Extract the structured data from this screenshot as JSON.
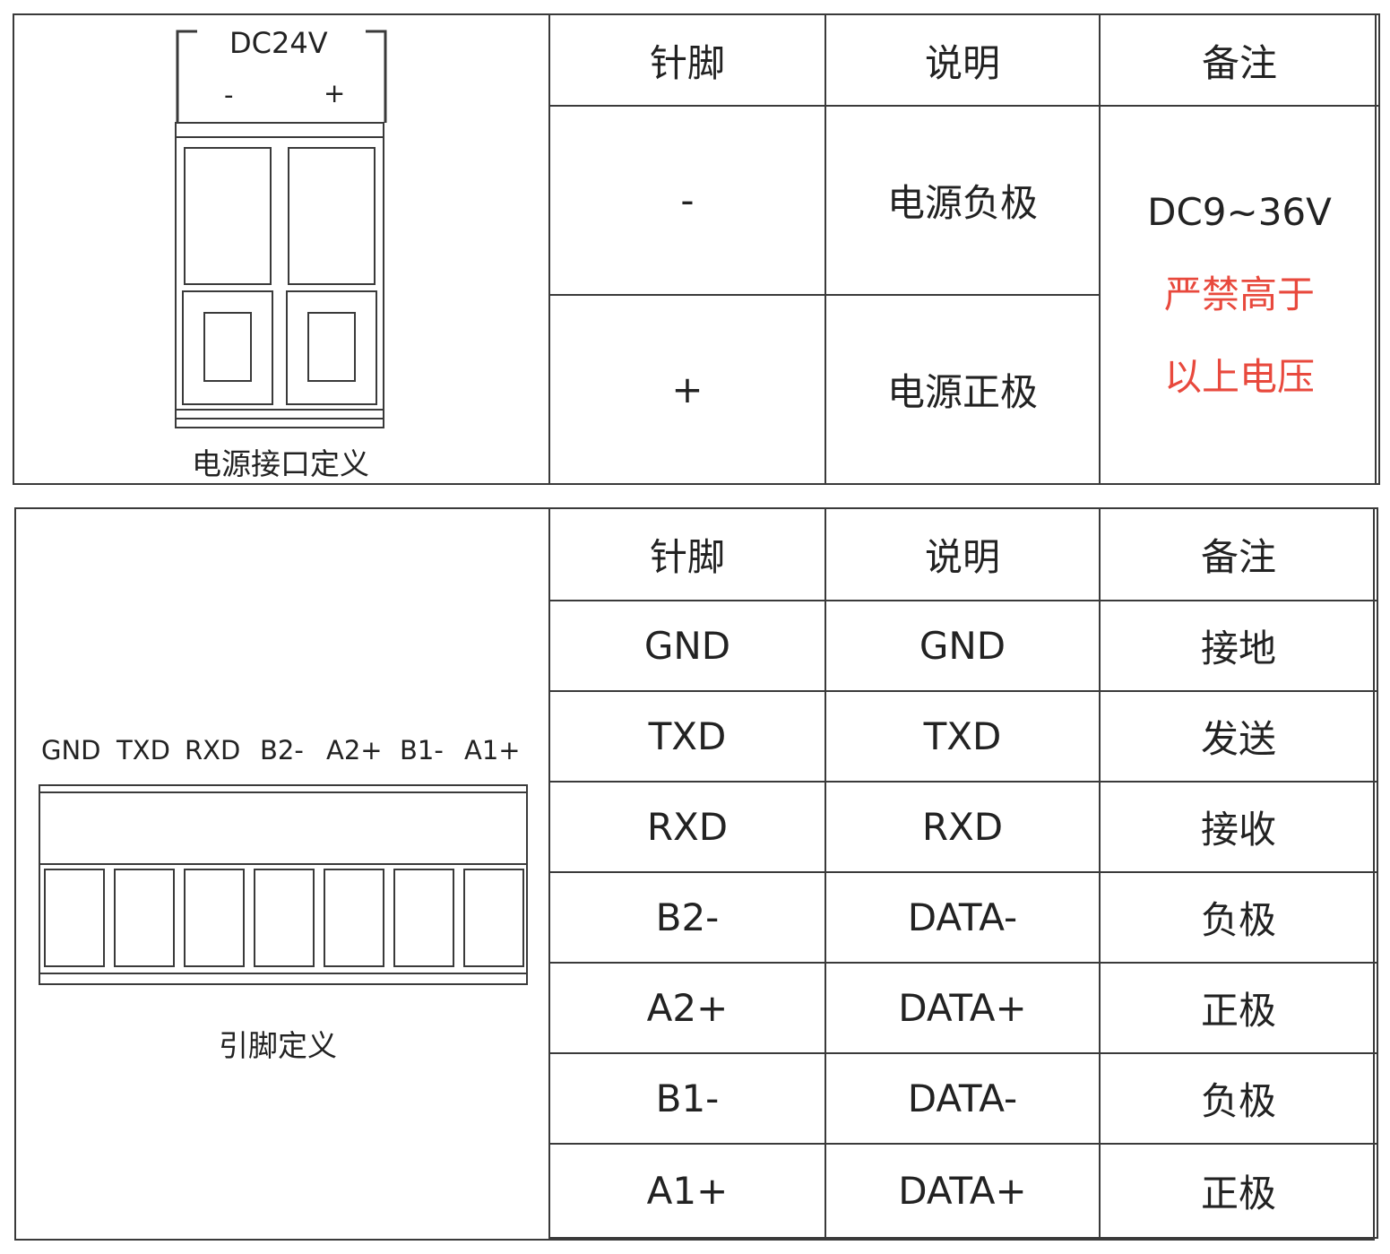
{
  "power": {
    "connector_label": "DC24V",
    "minus": "-",
    "plus": "+",
    "caption": "电源接口定义",
    "headers": [
      "针脚",
      "说明",
      "备注"
    ],
    "rows": [
      {
        "pin": "-",
        "desc": "电源负极"
      },
      {
        "pin": "+",
        "desc": "电源正极"
      }
    ],
    "note": {
      "line1": "DC9~36V",
      "line2": "严禁高于",
      "line3": "以上电压",
      "warning_color": "#e8493d"
    }
  },
  "signal": {
    "terminal_labels": [
      "GND",
      "TXD",
      "RXD",
      "B2-",
      "A2+",
      "B1-",
      "A1+"
    ],
    "caption": "引脚定义",
    "headers": [
      "针脚",
      "说明",
      "备注"
    ],
    "rows": [
      {
        "pin": "GND",
        "desc": "GND",
        "note": "接地"
      },
      {
        "pin": "TXD",
        "desc": "TXD",
        "note": "发送"
      },
      {
        "pin": "RXD",
        "desc": "RXD",
        "note": "接收"
      },
      {
        "pin": "B2-",
        "desc": "DATA-",
        "note": "负极"
      },
      {
        "pin": "A2+",
        "desc": "DATA+",
        "note": "正极"
      },
      {
        "pin": "B1-",
        "desc": "DATA-",
        "note": "负极"
      },
      {
        "pin": "A1+",
        "desc": "DATA+",
        "note": "正极"
      }
    ]
  }
}
